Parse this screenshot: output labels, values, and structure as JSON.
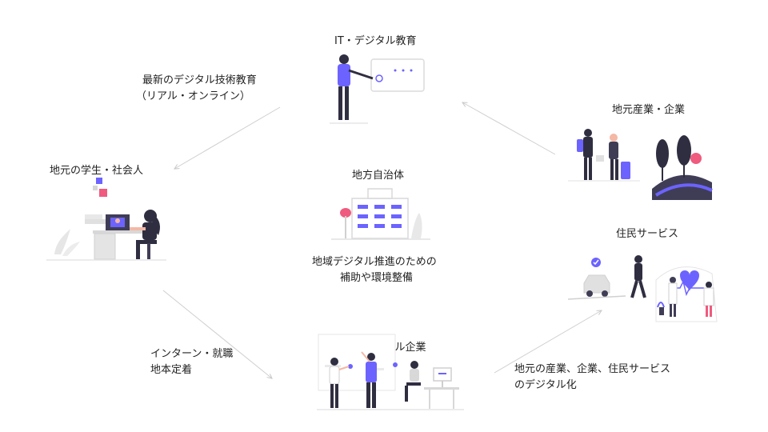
{
  "nodes": {
    "it_education": {
      "title": "IT・デジタル教育"
    },
    "local_business": {
      "title": "地元産業・企業"
    },
    "local_students": {
      "title": "地元の学生・社会人"
    },
    "municipality": {
      "title": "地方自治体",
      "desc_line1": "地域デジタル推進のための",
      "desc_line2": "補助や環境整備"
    },
    "resident_services": {
      "title": "住民サービス"
    },
    "local_it_company": {
      "title": "地元IT・デジタル企業"
    }
  },
  "edges": {
    "edu_to_students": {
      "line1": "最新のデジタル技術教育",
      "line2": "（リアル・オンライン）"
    },
    "students_to_itco": {
      "line1": "インターン・就職",
      "line2": "地本定着"
    },
    "itco_to_services": {
      "line1": "地元の産業、企業、住民サービス",
      "line2": "のデジタル化"
    }
  },
  "colors": {
    "accent": "#6c63ff",
    "pink": "#f05a7e",
    "dark": "#2f2e41",
    "line": "#cfcfcf"
  }
}
